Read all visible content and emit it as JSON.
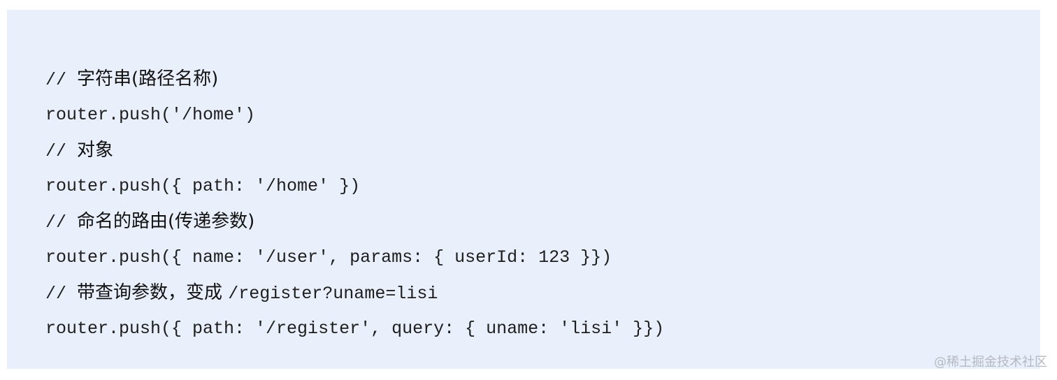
{
  "code": {
    "lines": [
      {
        "kind": "comment",
        "prefix": "// ",
        "text": "字符串(路径名称)",
        "suffix": ""
      },
      {
        "kind": "code",
        "text": "router.push('/home')"
      },
      {
        "kind": "comment",
        "prefix": "// ",
        "text": "对象",
        "suffix": ""
      },
      {
        "kind": "code",
        "text": "router.push({ path: '/home' })"
      },
      {
        "kind": "comment",
        "prefix": "// ",
        "text": "命名的路由(传递参数)",
        "suffix": ""
      },
      {
        "kind": "code",
        "text": "router.push({ name: '/user', params: { userId: 123 }})"
      },
      {
        "kind": "comment",
        "prefix": "// ",
        "text": "带查询参数，变成 ",
        "suffix": "/register?uname=lisi"
      },
      {
        "kind": "code",
        "text": "router.push({ path: '/register', query: { uname: 'lisi' }})"
      }
    ]
  },
  "watermark": "@稀土掘金技术社区"
}
